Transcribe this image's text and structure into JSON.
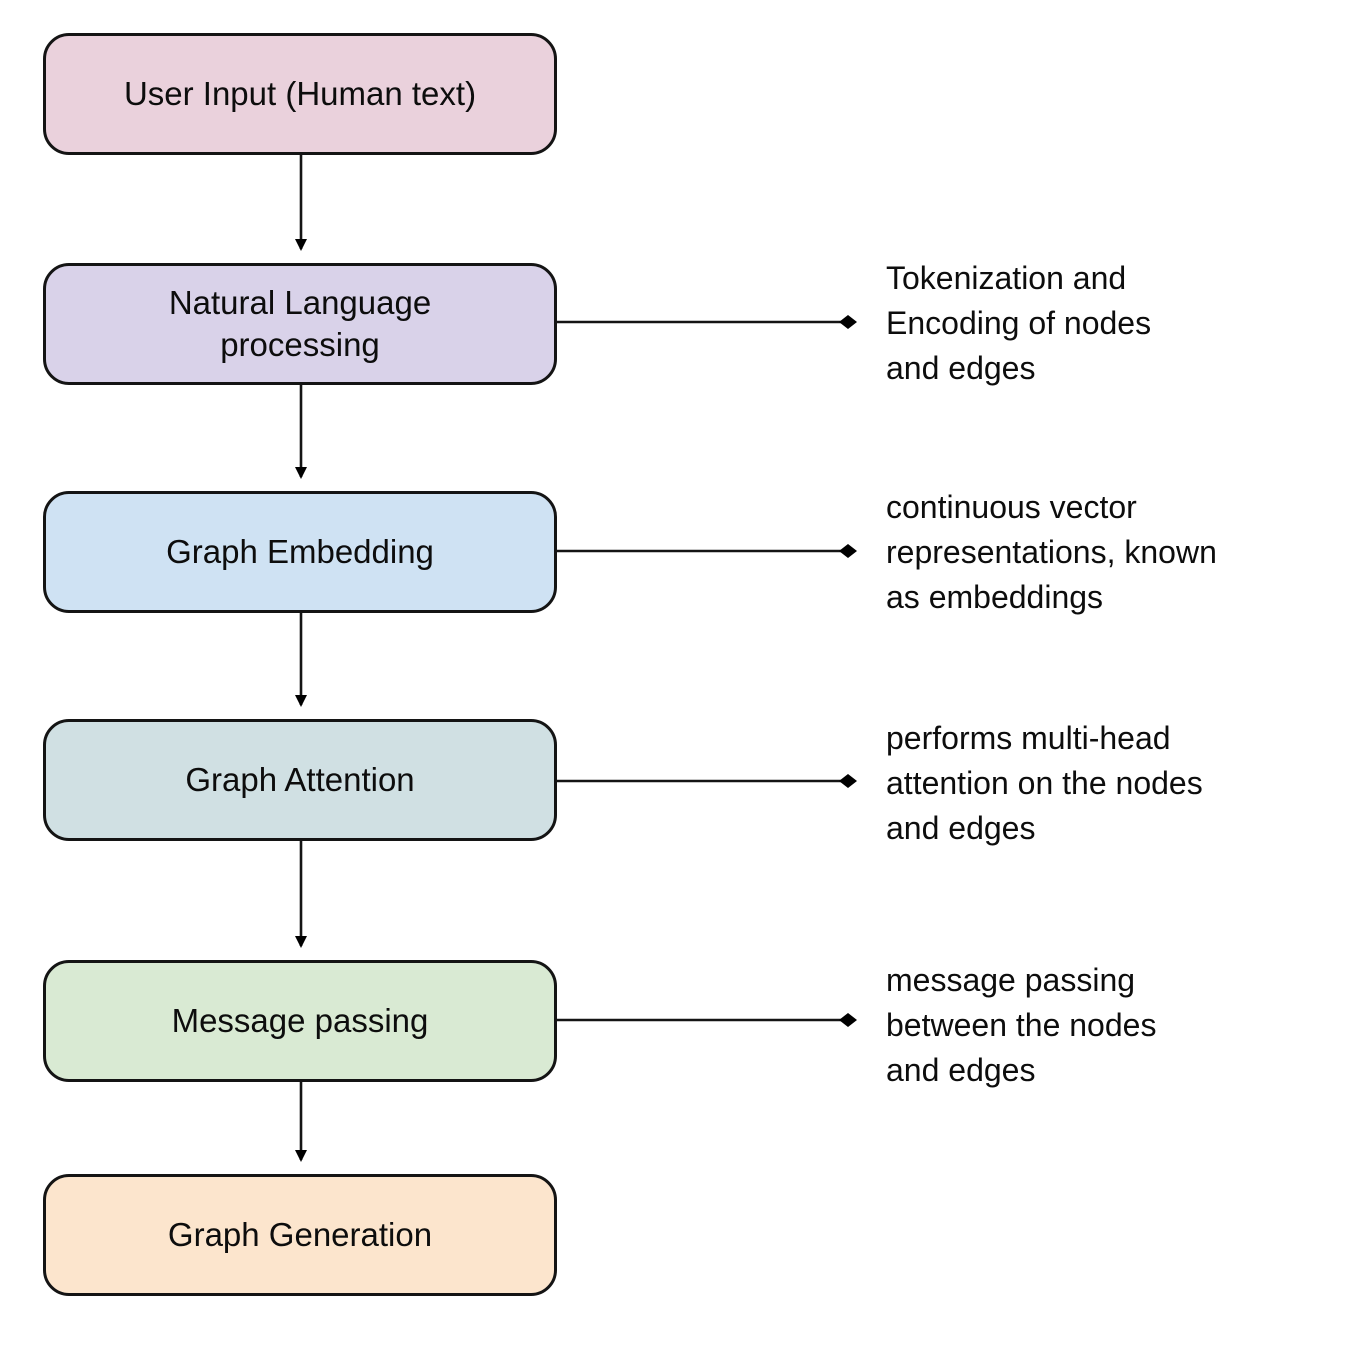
{
  "diagram": {
    "title": "NLP to Graph Generation pipeline flowchart",
    "background_color": "#ffffff",
    "stroke_color": "#141414",
    "nodes": [
      {
        "id": "user-input",
        "label": "User Input (Human text)",
        "fill": "#ead1dc"
      },
      {
        "id": "nlp",
        "label": "Natural Language\nprocessing",
        "fill": "#d9d2e9"
      },
      {
        "id": "graph-embedding",
        "label": "Graph Embedding",
        "fill": "#cfe2f3"
      },
      {
        "id": "graph-attention",
        "label": "Graph Attention",
        "fill": "#d0e0e3"
      },
      {
        "id": "message-passing",
        "label": "Message passing",
        "fill": "#d9ead3"
      },
      {
        "id": "graph-generation",
        "label": "Graph Generation",
        "fill": "#fce5cd"
      }
    ],
    "annotations": [
      {
        "for": "nlp",
        "text": "Tokenization and\nEncoding of nodes\nand edges"
      },
      {
        "for": "graph-embedding",
        "text": "continuous vector\nrepresentations, known\nas embeddings"
      },
      {
        "for": "graph-attention",
        "text": "performs multi-head\nattention on the nodes\nand edges"
      },
      {
        "for": "message-passing",
        "text": "message passing\nbetween the nodes\nand edges"
      }
    ],
    "flow_edges": [
      {
        "from": "user-input",
        "to": "nlp"
      },
      {
        "from": "nlp",
        "to": "graph-embedding"
      },
      {
        "from": "graph-embedding",
        "to": "graph-attention"
      },
      {
        "from": "graph-attention",
        "to": "message-passing"
      },
      {
        "from": "message-passing",
        "to": "graph-generation"
      }
    ]
  }
}
